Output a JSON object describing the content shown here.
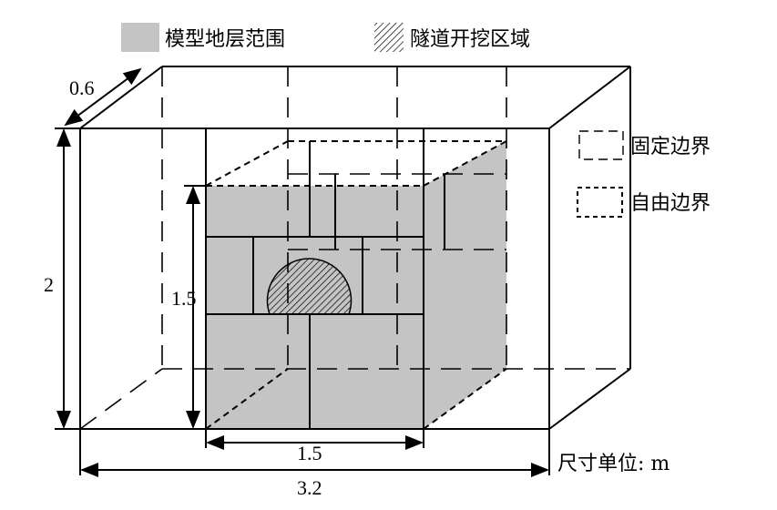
{
  "legend": {
    "model_range": "模型地层范围",
    "tunnel_excavation": "隧道开挖区域",
    "fixed_boundary": "固定边界",
    "free_boundary": "自由边界"
  },
  "dimensions": {
    "depth": "0.6",
    "height": "2",
    "inner_height": "1.5",
    "inner_width": "1.5",
    "total_width": "3.2",
    "unit_note": "尺寸单位: m"
  },
  "colors": {
    "gray": "#c4c4c4",
    "line": "#000000"
  }
}
